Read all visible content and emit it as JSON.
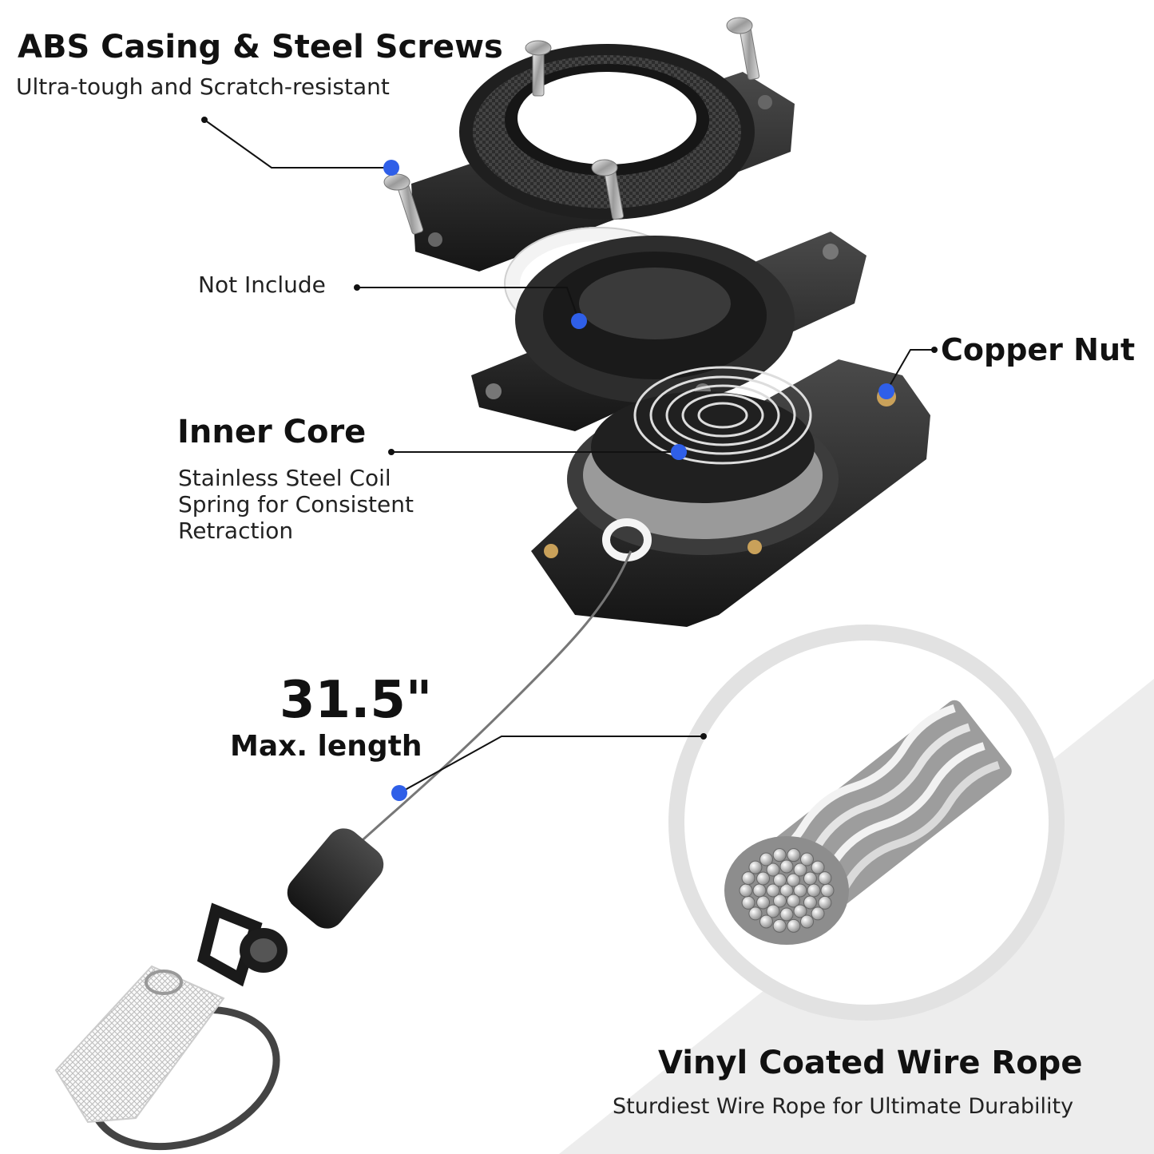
{
  "colors": {
    "callout_dot": "#2f5fe8",
    "leader_line": "#111111",
    "casing": "#2a2a2a",
    "background_accent": "#ececec"
  },
  "labels": {
    "abs_title": "ABS Casing & Steel Screws",
    "abs_sub": "Ultra-tough and Scratch-resistant",
    "not_include": "Not Include",
    "copper_nut": "Copper Nut",
    "inner_core_title": "Inner Core",
    "inner_core_sub_1": "Stainless Steel Coil",
    "inner_core_sub_2": "Spring for Consistent",
    "inner_core_sub_3": "Retraction",
    "length_value": "31.5\"",
    "length_caption": "Max. length",
    "wire_title": "Vinyl Coated Wire Rope",
    "wire_sub": "Sturdiest Wire Rope for Ultimate Durability"
  }
}
